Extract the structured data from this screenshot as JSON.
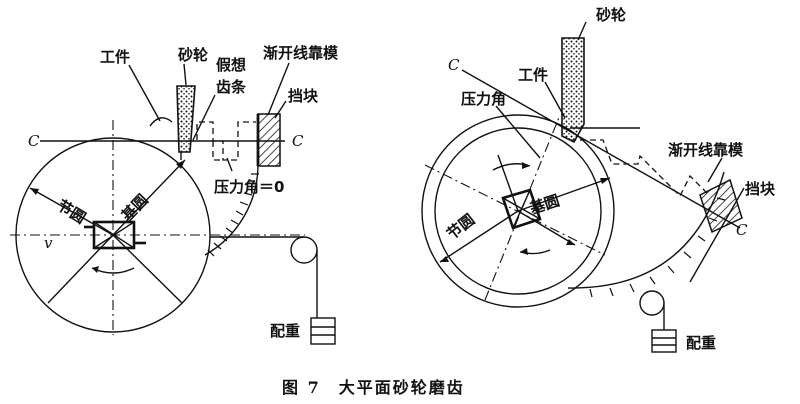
{
  "left_figure": {
    "workpiece": "工件",
    "grinding_wheel": "砂轮",
    "imaginary_rack_line1": "假想",
    "imaginary_rack_line2": "齿条",
    "involute_template": "渐开线靠模",
    "stop_block": "挡块",
    "c_left": "C",
    "c_right": "C",
    "pressure_angle": "压力角＝0",
    "pitch_circle": "节圆",
    "base_circle": "基圆",
    "velocity": "v",
    "counterweight": "配重"
  },
  "right_figure": {
    "grinding_wheel": "砂轮",
    "c_top": "C",
    "workpiece": "工件",
    "pressure_angle": "压力角",
    "involute_template": "渐开线靠模",
    "stop_block": "挡块",
    "c_bottom": "C",
    "base_circle": "基圆",
    "pitch_circle": "节圆",
    "counterweight": "配重"
  },
  "caption": "图 7　大平面砂轮磨齿"
}
